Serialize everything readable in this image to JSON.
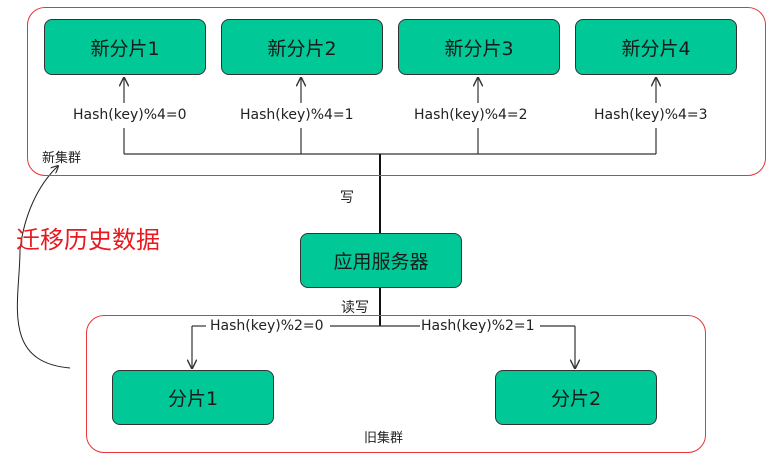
{
  "new_cluster": {
    "label": "新集群",
    "shards": [
      {
        "name": "新分片1",
        "rule": "Hash(key)%4=0"
      },
      {
        "name": "新分片2",
        "rule": "Hash(key)%4=1"
      },
      {
        "name": "新分片3",
        "rule": "Hash(key)%4=2"
      },
      {
        "name": "新分片4",
        "rule": "Hash(key)%4=3"
      }
    ]
  },
  "write_label": "写",
  "migrate_label": "迁移历史数据",
  "app_server": "应用服务器",
  "read_write_label": "读写",
  "old_cluster": {
    "label": "旧集群",
    "shards": [
      {
        "name": "分片1",
        "rule": "Hash(key)%2=0"
      },
      {
        "name": "分片2",
        "rule": "Hash(key)%2=1"
      }
    ]
  },
  "colors": {
    "shard_fill": "#00c896",
    "cluster_border": "#e8343a",
    "migrate_text": "#e8191e"
  }
}
